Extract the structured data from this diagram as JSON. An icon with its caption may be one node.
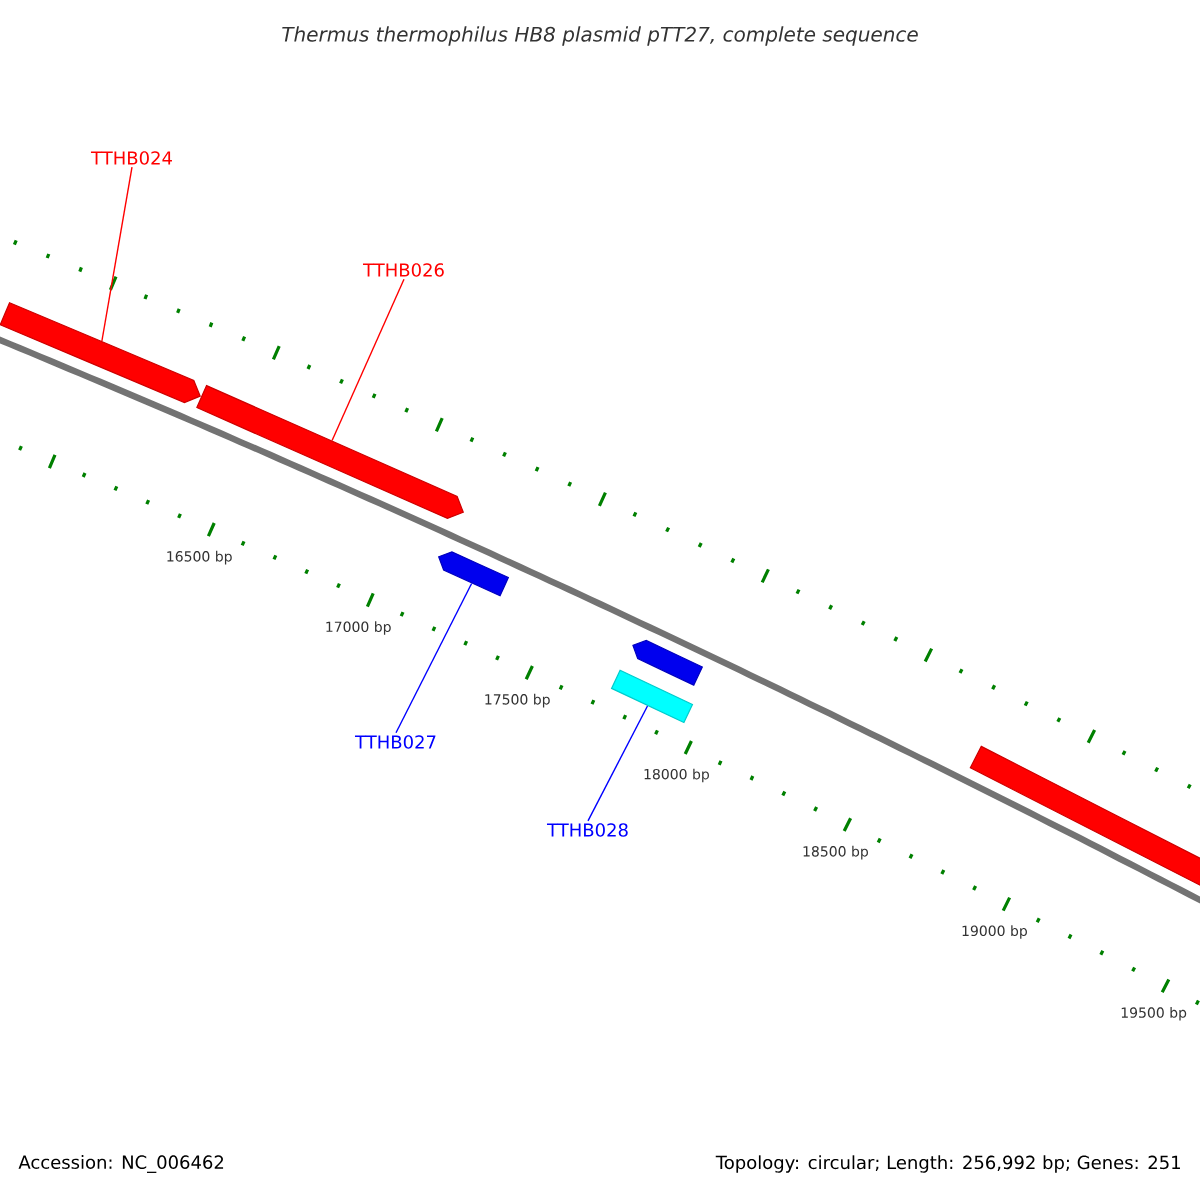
{
  "diagram": {
    "title": "Thermus thermophilus HB8 plasmid pTT27, complete sequence",
    "nodes": [
      {
        "text": [
          "TTHB024"
        ]
      },
      {
        "text": [],
        "shape": "arrow"
      },
      {
        "text": [
          "TTHB026"
        ]
      },
      {
        "text": [],
        "shape": "arrow"
      },
      {
        "text": [
          "TTHB027"
        ]
      },
      {
        "text": [],
        "shape": "arrow"
      },
      {
        "text": [
          "TTHB028"
        ]
      },
      {
        "text": [],
        "shape": "bar"
      },
      {
        "text": [],
        "shape": "arrow"
      },
      {
        "text": [],
        "shape": "arrow"
      }
    ],
    "edges": [
      {
        "from": 0,
        "to": 1,
        "arrow": "none",
        "color": "#ff0000"
      },
      {
        "from": 2,
        "to": 3,
        "arrow": "none",
        "color": "#ff0000"
      },
      {
        "from": 4,
        "to": 5,
        "arrow": "none",
        "color": "#0000ff"
      },
      {
        "from": 6,
        "to": 7,
        "arrow": "none",
        "color": "#0000ff"
      }
    ],
    "labels": [
      "16500 bp",
      "17000 bp",
      "17500 bp",
      "18000 bp",
      "18500 bp",
      "19000 bp",
      "19500 bp",
      "Accession: NC_006462",
      "Topology: circular; Length: 256,992 bp; Genes: 251"
    ]
  }
}
